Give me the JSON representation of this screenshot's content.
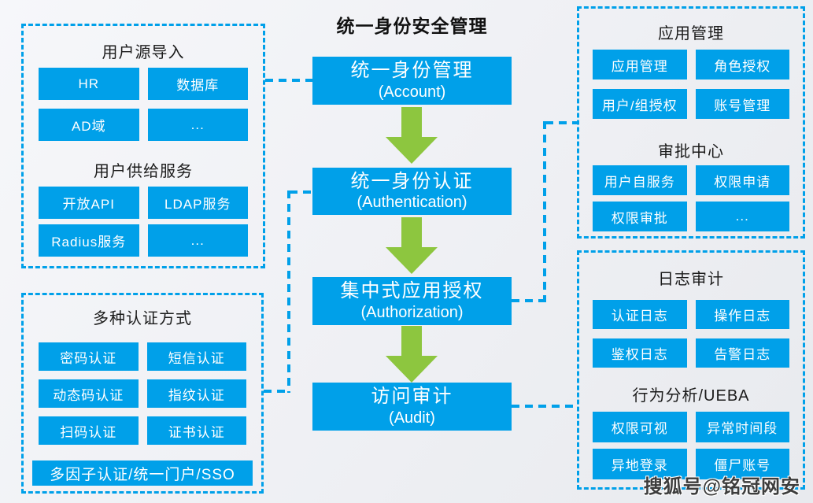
{
  "title": "统一身份安全管理",
  "watermark": "搜狐号@铭冠网安",
  "colors": {
    "node_blue": "#00a0e9",
    "arrow_green": "#8dc63f",
    "dash_blue": "#00a0e9",
    "title_color": "#111111",
    "chip_text": "#ffffff",
    "watermark_color": "#3d3d3d",
    "background": "#f0f1f5"
  },
  "flow": [
    {
      "zh": "统一身份管理",
      "en": "(Account)"
    },
    {
      "zh": "统一身份认证",
      "en": "(Authentication)"
    },
    {
      "zh": "集中式应用授权",
      "en": "(Authorization)"
    },
    {
      "zh": "访问审计",
      "en": "(Audit)"
    }
  ],
  "left_top": {
    "sections": [
      {
        "title": "用户源导入",
        "items": [
          "HR",
          "数据库",
          "AD域",
          "..."
        ]
      },
      {
        "title": "用户供给服务",
        "items": [
          "开放API",
          "LDAP服务",
          "Radius服务",
          "..."
        ]
      }
    ]
  },
  "left_bottom": {
    "title": "多种认证方式",
    "items": [
      "密码认证",
      "短信认证",
      "动态码认证",
      "指纹认证",
      "扫码认证",
      "证书认证"
    ],
    "wide_item": "多因子认证/统一门户/SSO"
  },
  "right_top": {
    "sections": [
      {
        "title": "应用管理",
        "items": [
          "应用管理",
          "角色授权",
          "用户/组授权",
          "账号管理"
        ]
      },
      {
        "title": "审批中心",
        "items": [
          "用户自服务",
          "权限申请",
          "权限审批",
          "..."
        ]
      }
    ]
  },
  "right_bottom": {
    "sections": [
      {
        "title": "日志审计",
        "items": [
          "认证日志",
          "操作日志",
          "鉴权日志",
          "告警日志"
        ]
      },
      {
        "title": "行为分析/UEBA",
        "items": [
          "权限可视",
          "异常时间段",
          "异地登录",
          "僵尸账号"
        ]
      }
    ]
  }
}
